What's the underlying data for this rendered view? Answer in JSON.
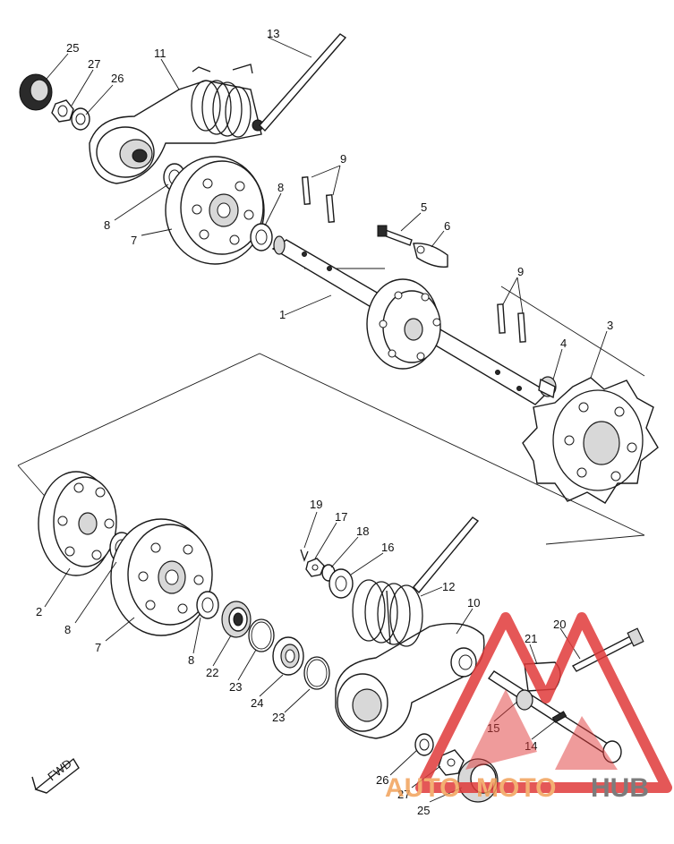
{
  "diagram": {
    "callouts": [
      "1",
      "2",
      "3",
      "4",
      "5",
      "6",
      "7",
      "7",
      "8",
      "8",
      "8",
      "8",
      "9",
      "9",
      "10",
      "11",
      "12",
      "13",
      "14",
      "15",
      "16",
      "17",
      "18",
      "19",
      "20",
      "21",
      "22",
      "23",
      "23",
      "24",
      "25",
      "25",
      "26",
      "26",
      "27",
      "27"
    ]
  },
  "fwd_label": "FWD",
  "watermark": {
    "word_1": "AUTO",
    "word_2": "MOTO",
    "word_3": "HUB",
    "colors": {
      "orange": "#f2a25a",
      "red": "#e03a3a",
      "gray": "#666666"
    }
  }
}
